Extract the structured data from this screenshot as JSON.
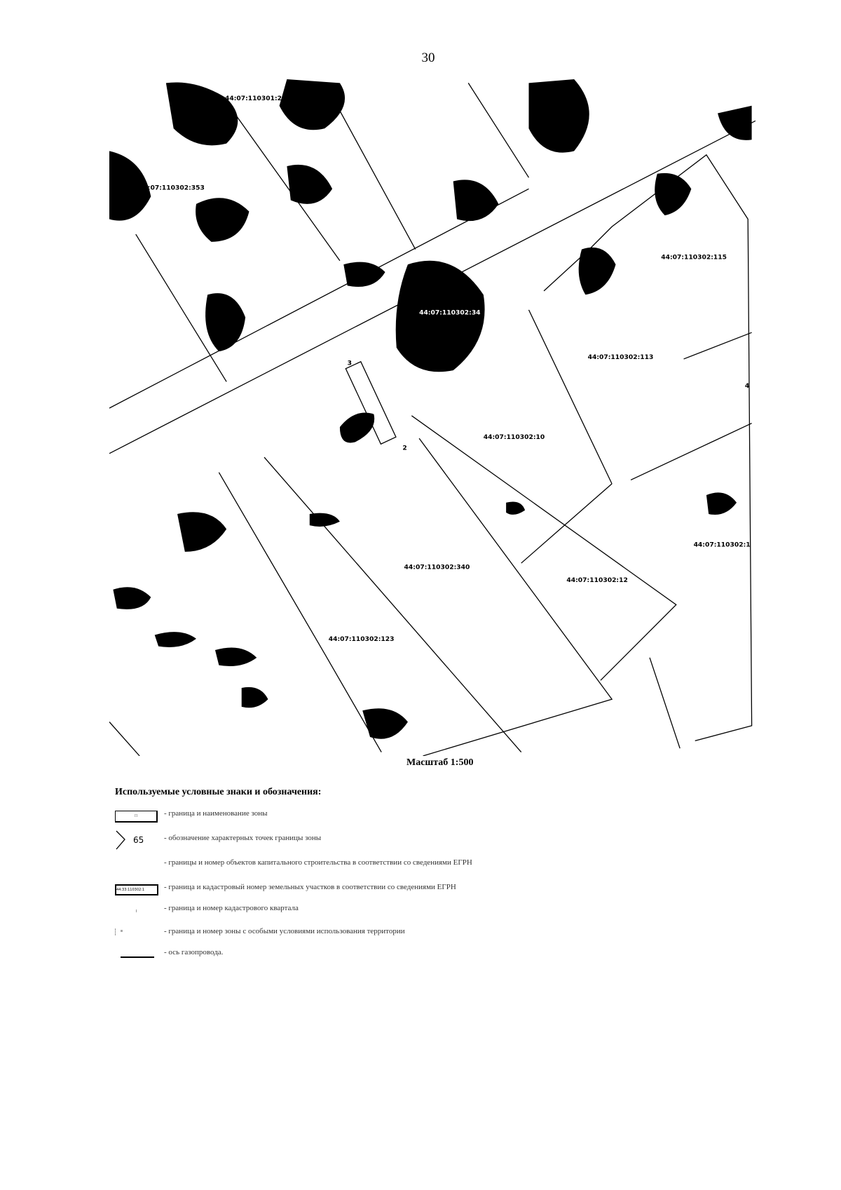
{
  "page_number": "30",
  "map": {
    "parcel_labels": [
      "44:07:110301:21",
      "44:07:110302:353",
      "44:07:110302:115",
      "44:07:110302:113",
      "44:07:110302:10",
      "44:07:110302:340",
      "44:07:110302:12",
      "44:07:110302:123",
      "44:07:110302:1",
      "44:07:110302:34"
    ],
    "point_labels": [
      "3",
      "2",
      "4"
    ],
    "scale": "Масштаб 1:500"
  },
  "legend": {
    "title": "Используемые условные знаки и обозначения:",
    "zone_sample": "П",
    "point_sample": "65",
    "parcel_sample": "44:33:110302:1",
    "items": [
      "- граница и наименование зоны",
      "- обозначение характерных точек границы зоны",
      "- границы и номер объектов капитального строительства в соответствии со сведениями ЕГРН",
      "- граница и кадастровый номер земельных участков в соответствии со сведениями ЕГРН",
      "- граница и номер кадастрового квартала",
      "- граница и номер зоны с особыми условиями использования территории",
      "- ось газопровода."
    ]
  }
}
